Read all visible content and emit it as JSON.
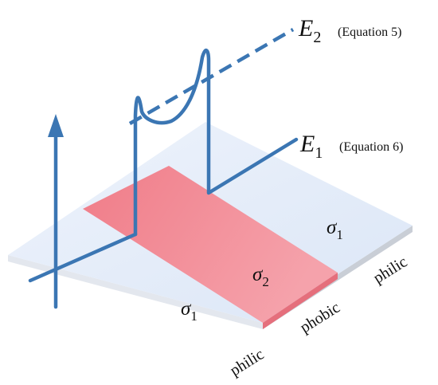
{
  "colors": {
    "plate_top_light": "#eef3fb",
    "plate_top_mid": "#dbe6f7",
    "plate_edge_light": "#e3e7ee",
    "plate_edge_dark": "#c9ced6",
    "stripe_main": "#f07c88",
    "stripe_light": "#f5a2ab",
    "stripe_edge": "#e56f7c",
    "curve": "#3b76b3",
    "text": "#111111"
  },
  "curves": {
    "e2": {
      "symbol": "E",
      "subscript": "2",
      "note": "(Equation 5)"
    },
    "e1": {
      "symbol": "E",
      "subscript": "1",
      "note": "(Equation 6)"
    }
  },
  "regions": {
    "top_right": {
      "symbol": "σ",
      "subscript": "1"
    },
    "center": {
      "symbol": "σ",
      "subscript": "2"
    },
    "front_left": {
      "symbol": "σ",
      "subscript": "1"
    }
  },
  "edge_labels": {
    "left": "philic",
    "middle": "phobic",
    "right": "philic"
  }
}
